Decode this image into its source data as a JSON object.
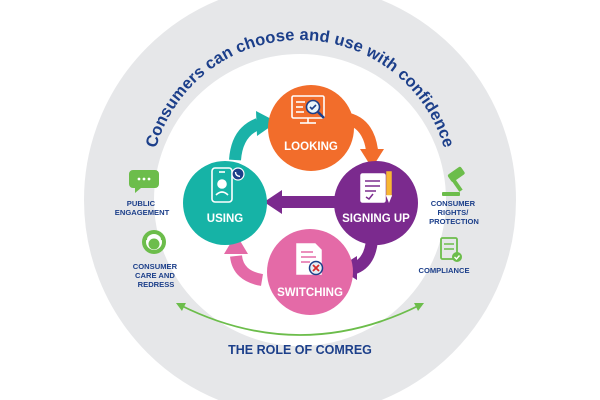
{
  "diagram": {
    "arc_title": "Consumers can choose and use with confidence",
    "footer": "THE ROLE OF COMREG",
    "nodes": {
      "looking": {
        "label": "LOOKING",
        "color": "#f26d2b"
      },
      "signing_up": {
        "label": "SIGNING UP",
        "color": "#7b2a8e"
      },
      "switching": {
        "label": "SWITCHING",
        "color": "#e46aa7"
      },
      "using": {
        "label": "USING",
        "color": "#16b3a6"
      }
    },
    "left_items": [
      {
        "lines": [
          "PUBLIC",
          "ENGAGEMENT"
        ],
        "icon": "chat-bubbles-icon"
      },
      {
        "lines": [
          "CONSUMER",
          "CARE AND",
          "REDRESS"
        ],
        "icon": "headset-agent-icon"
      }
    ],
    "right_items": [
      {
        "lines": [
          "CONSUMER",
          "RIGHTS/",
          "PROTECTION"
        ],
        "icon": "gavel-icon"
      },
      {
        "lines": [
          "COMPLIANCE"
        ],
        "icon": "checklist-icon"
      }
    ],
    "colors": {
      "outer_ring": "#e6e7e9",
      "text_blue": "#1c3f8a",
      "icon_green": "#6cbd4b",
      "teal_arrow": "#1ab2a8",
      "orange_arrow": "#f26d2b",
      "purple_arrow": "#7b2a8e",
      "pink_arrow": "#e46aa7"
    }
  }
}
